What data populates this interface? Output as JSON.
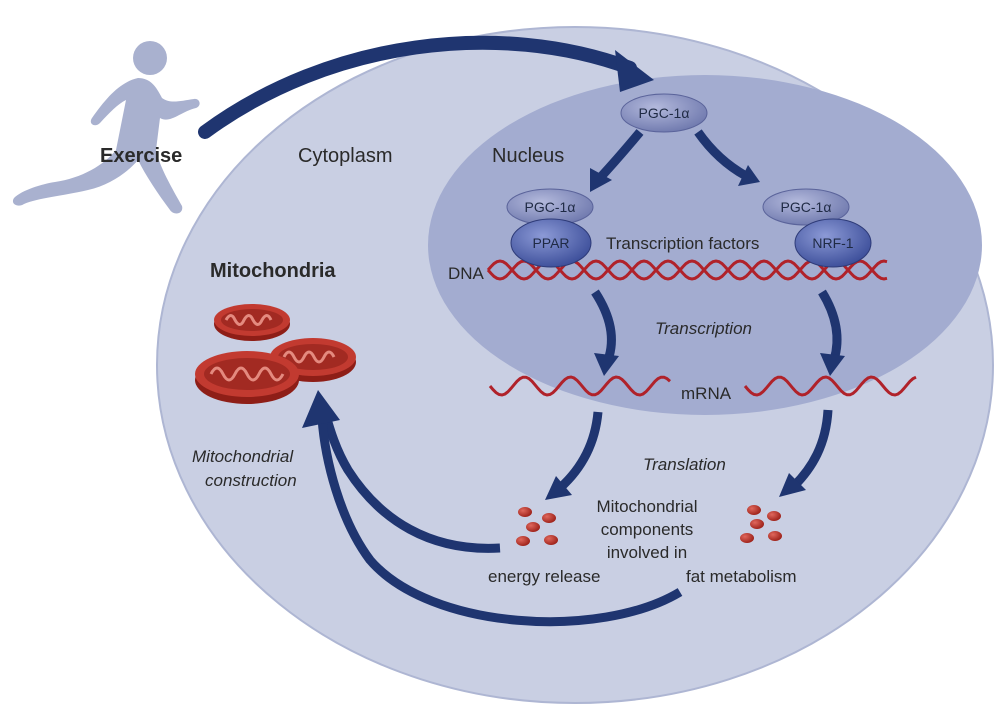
{
  "labels": {
    "exercise": "Exercise",
    "cytoplasm": "Cytoplasm",
    "nucleus": "Nucleus",
    "mitochondria": "Mitochondria",
    "dna": "DNA",
    "transcription_factors": "Transcription factors",
    "transcription": "Transcription",
    "mrna": "mRNA",
    "translation": "Translation",
    "mito_construction_1": "Mitochondrial",
    "mito_construction_2": "construction",
    "components_1": "Mitochondrial",
    "components_2": "components",
    "components_3": "involved in",
    "energy_release": "energy release",
    "fat_metabolism": "fat metabolism"
  },
  "proteins": {
    "pgc_top": "PGC-1α",
    "pgc_left": "PGC-1α",
    "ppar": "PPAR",
    "pgc_right": "PGC-1α",
    "nrf1": "NRF-1"
  },
  "colors": {
    "cell": "#c9cfe3",
    "cell_stroke": "#aeb6d3",
    "nucleus": "#a3acd0",
    "protein_light": "#7d86b8",
    "protein_dark": "#4d5ea8",
    "arrow": "#1f3570",
    "dna": "#b0222a",
    "mito": "#c23a30",
    "runner": "#a9b1cf"
  },
  "icons": [
    "runner-icon",
    "mitochondria-icon"
  ]
}
